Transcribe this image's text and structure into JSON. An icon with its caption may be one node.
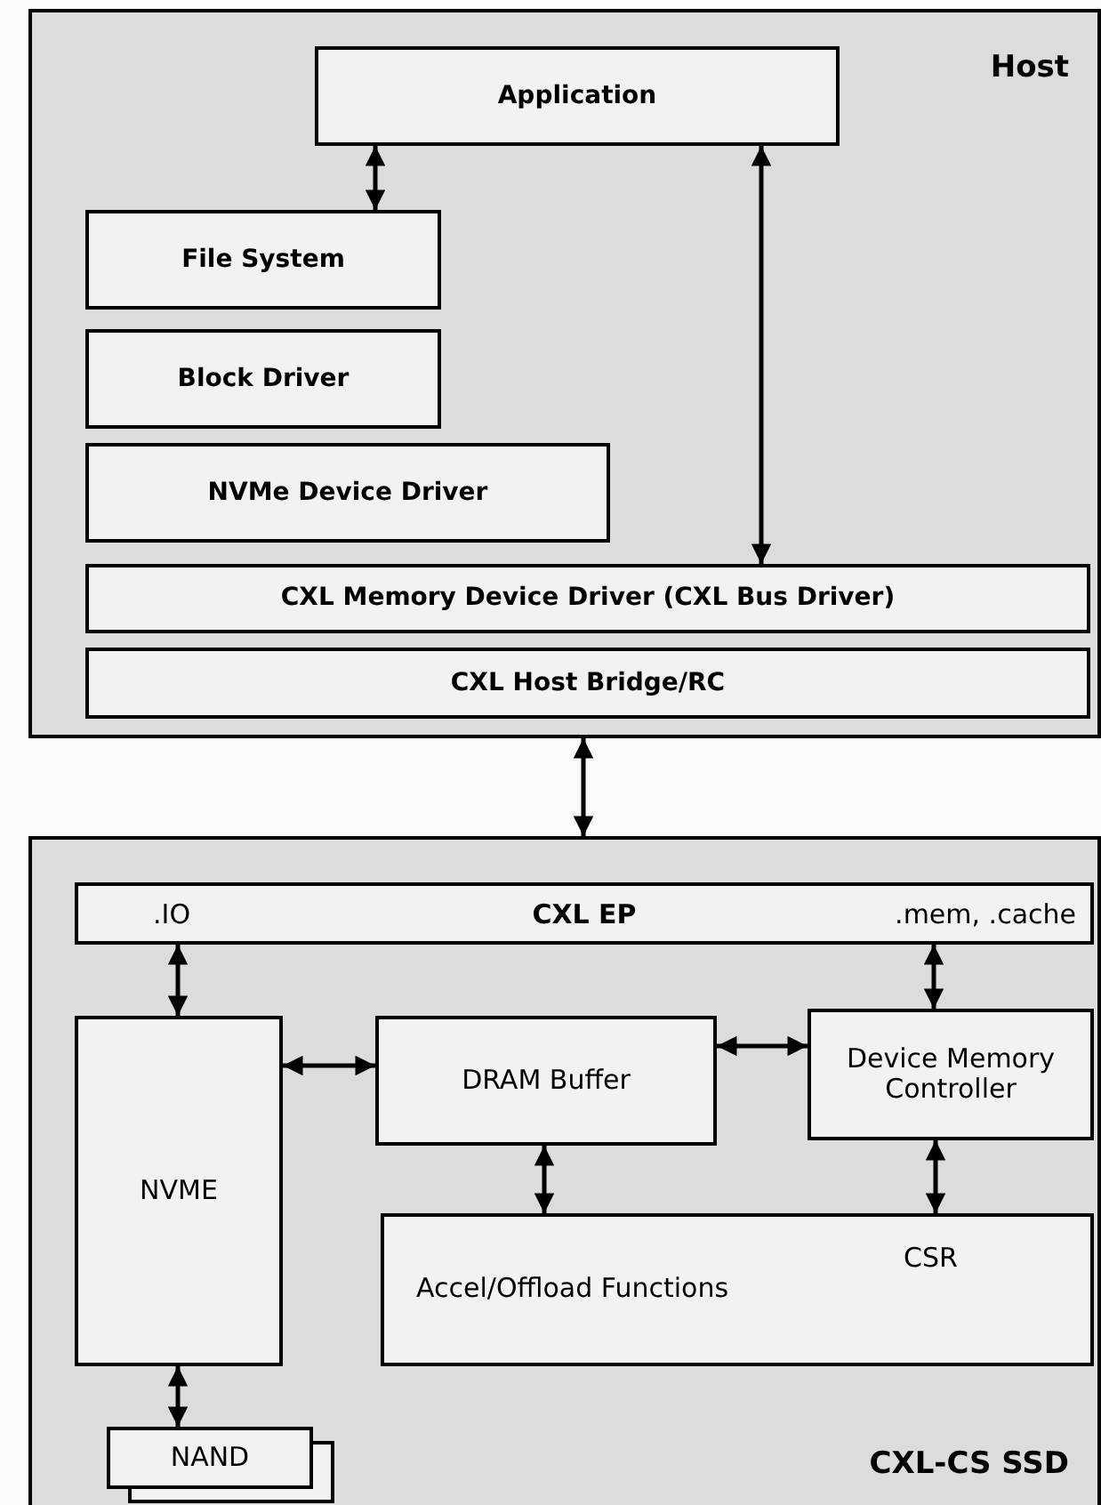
{
  "diagram": {
    "nodes": [
      {
        "text": [
          "Host"
        ]
      },
      {
        "text": [
          "Application"
        ],
        "in": 0
      },
      {
        "text": [
          "File System"
        ],
        "in": 0
      },
      {
        "text": [
          "Block Driver"
        ],
        "in": 0
      },
      {
        "text": [
          "NVMe Device Driver"
        ],
        "in": 0
      },
      {
        "text": [
          "CXL Memory Device Driver (CXL Bus Driver)"
        ],
        "in": 0
      },
      {
        "text": [
          "CXL Host Bridge/RC"
        ],
        "in": 0
      },
      {
        "text": [
          "CXL-CS SSD"
        ]
      },
      {
        "text": [
          ".IO",
          "CXL EP",
          ".mem, .cache"
        ],
        "in": 7
      },
      {
        "text": [
          "NVME"
        ],
        "in": 7
      },
      {
        "text": [
          "DRAM Buffer"
        ],
        "in": 7
      },
      {
        "text": [
          "Device Memory Controller"
        ],
        "in": 7
      },
      {
        "text": [
          "Accel/Offload Functions",
          "CSR"
        ],
        "in": 7
      },
      {
        "text": [
          "NAND"
        ],
        "in": 7
      }
    ],
    "edges": [
      {
        "from": 1,
        "to": 2,
        "arrow": "both"
      },
      {
        "from": 1,
        "to": 5,
        "arrow": "both"
      },
      {
        "from": 0,
        "to": 7,
        "arrow": "both"
      },
      {
        "from": 8,
        "to": 9,
        "arrow": "both"
      },
      {
        "from": 9,
        "to": 10,
        "arrow": "both"
      },
      {
        "from": 10,
        "to": 11,
        "arrow": "both"
      },
      {
        "from": 8,
        "to": 11,
        "arrow": "both"
      },
      {
        "from": 10,
        "to": 12,
        "arrow": "both"
      },
      {
        "from": 11,
        "to": 12,
        "arrow": "both"
      },
      {
        "from": 9,
        "to": 13,
        "arrow": "both"
      }
    ]
  }
}
